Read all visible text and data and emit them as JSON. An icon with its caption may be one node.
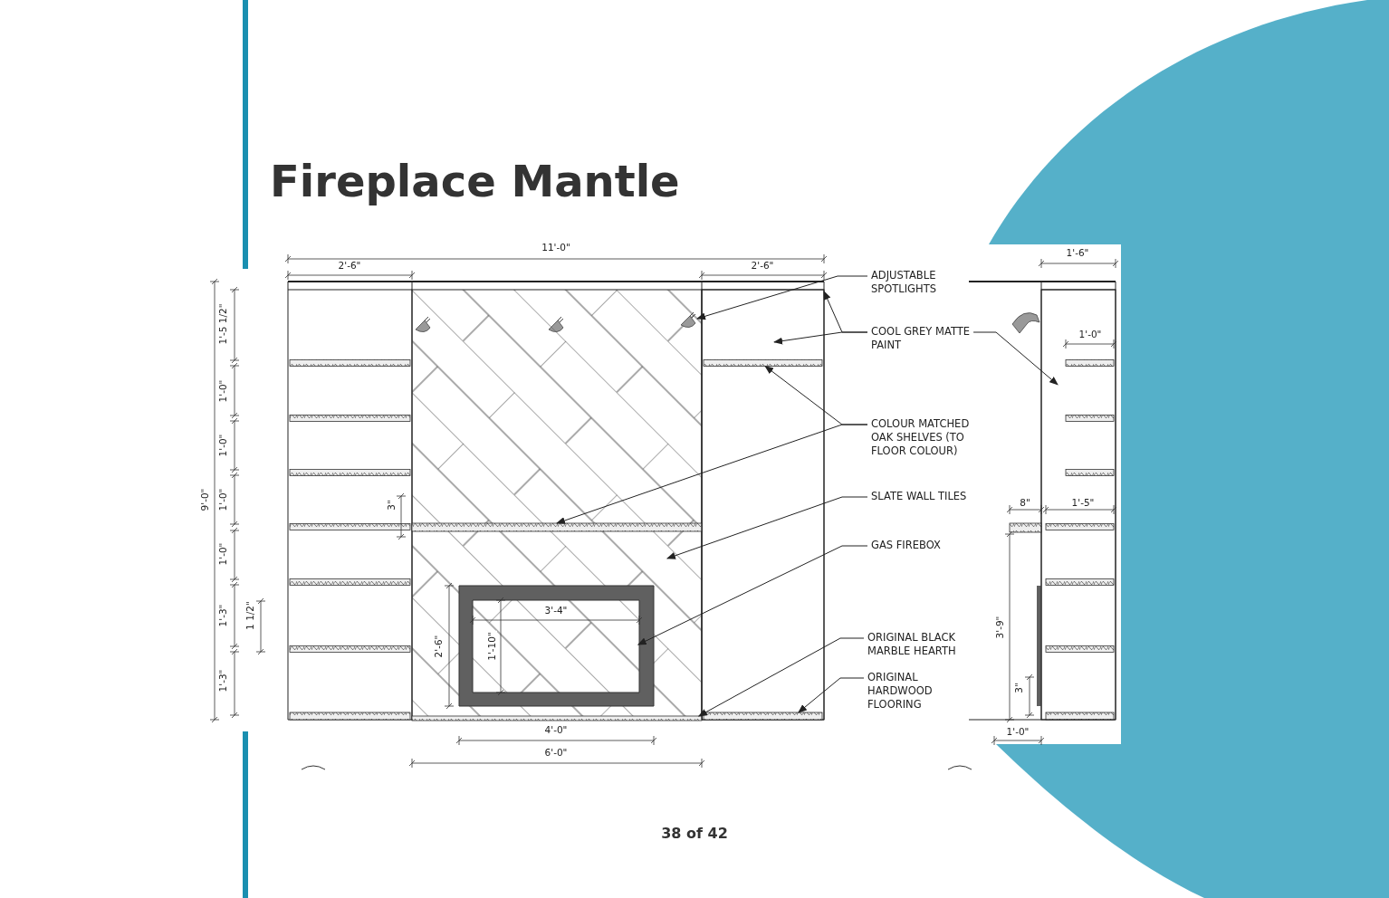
{
  "diagram": {
    "title": "Fireplace Mantle",
    "nodes": [
      {
        "text": [
          "ADJUSTABLE SPOTLIGHTS"
        ]
      },
      {
        "text": [
          "COOL GREY MATTE PAINT"
        ]
      },
      {
        "text": [
          "COLOUR MATCHED OAK SHELVES (TO FLOOR COLOUR)"
        ]
      },
      {
        "text": [
          "SLATE WALL TILES"
        ]
      },
      {
        "text": [
          "GAS FIREBOX"
        ]
      },
      {
        "text": [
          "ORIGINAL BLACK MARBLE HEARTH"
        ]
      },
      {
        "text": [
          "ORIGINAL HARDWOOD FLOORING"
        ]
      },
      {
        "text": [],
        "shape": "picture",
        "in": 12
      },
      {
        "text": [],
        "shape": "box"
      },
      {
        "text": [],
        "shape": "box"
      },
      {
        "text": [],
        "shape": "bar",
        "in": 8
      },
      {
        "text": [],
        "shape": "bar",
        "in": 12
      },
      {
        "text": [],
        "shape": "box"
      },
      {
        "text": [],
        "shape": "box",
        "in": 12
      },
      {
        "text": [],
        "shape": "bar",
        "in": 12
      },
      {
        "text": [],
        "shape": "bar",
        "in": 8
      }
    ],
    "edges": [
      {
        "from": 0,
        "to": 7,
        "arrow": "to"
      },
      {
        "from": 1,
        "to": 8,
        "arrow": "to"
      },
      {
        "from": 1,
        "to": 8,
        "arrow": "to"
      },
      {
        "from": 1,
        "to": 9,
        "arrow": "to"
      },
      {
        "from": 2,
        "to": 10,
        "arrow": "to"
      },
      {
        "from": 2,
        "to": 11,
        "arrow": "to"
      },
      {
        "from": 3,
        "to": 12,
        "arrow": "to"
      },
      {
        "from": 4,
        "to": 13,
        "arrow": "to"
      },
      {
        "from": 5,
        "to": 14,
        "arrow": "to"
      },
      {
        "from": 6,
        "to": 15,
        "arrow": "to"
      }
    ],
    "labels": [
      "11'-0\"",
      "2'-6\"",
      "2'-6\"",
      "1'-6\"",
      "9'-0\"",
      "1'-5 1/2\"",
      "1'-0\"",
      "1'-0\"",
      "1'-0\"",
      "1'-0\"",
      "1'-3\"",
      "1 1/2\"",
      "1'-3\"",
      "3\"",
      "1'-0\"",
      "2'-6\"",
      "3'-4\"",
      "1'-10\"",
      "8\"",
      "1'-5\"",
      "3'-9\"",
      "3\"",
      "4'-0\"",
      "1'-0\"",
      "6'-0\"",
      "38 of 42"
    ]
  }
}
